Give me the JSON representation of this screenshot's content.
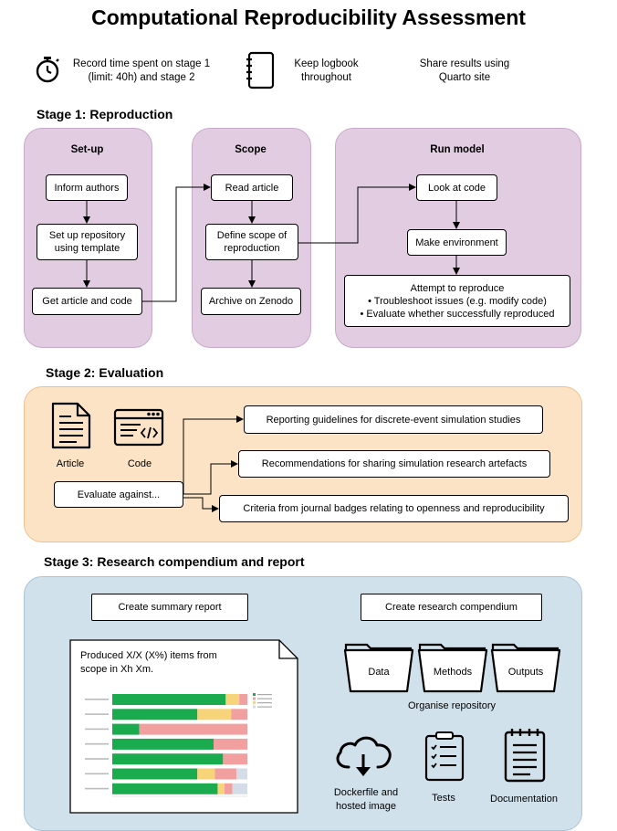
{
  "title": "Computational Reproducibility Assessment",
  "top": {
    "timer": "Record time spent on stage 1\n(limit: 40h) and stage 2",
    "logbook": "Keep logbook\nthroughout",
    "share": "Share results using\nQuarto site"
  },
  "stage1": {
    "heading": "Stage 1: Reproduction",
    "setup": {
      "title": "Set-up",
      "inform": "Inform authors",
      "repo": "Set up repository\nusing template",
      "get": "Get article and code"
    },
    "scope": {
      "title": "Scope",
      "read": "Read article",
      "define": "Define scope of\nreproduction",
      "archive": "Archive on Zenodo"
    },
    "run": {
      "title": "Run model",
      "look": "Look at code",
      "env": "Make environment",
      "attempt": "Attempt to reproduce\n• Troubleshoot issues (e.g. modify code)\n• Evaluate whether successfully reproduced"
    }
  },
  "stage2": {
    "heading": "Stage 2: Evaluation",
    "article": "Article",
    "code": "Code",
    "evaluate": "Evaluate against...",
    "targets": [
      "Reporting guidelines for discrete-event simulation studies",
      "Recommendations for sharing simulation research artefacts",
      "Criteria from journal badges relating to openness and reproducibility"
    ]
  },
  "stage3": {
    "heading": "Stage 3: Research compendium and report",
    "summary": "Create summary report",
    "compendium": "Create research compendium",
    "report_text": "Produced X/X (X%) items from\nscope in Xh Xm.",
    "folders": [
      "Data",
      "Methods",
      "Outputs"
    ],
    "organise": "Organise repository",
    "docker": "Dockerfile and\nhosted image",
    "tests": "Tests",
    "docs": "Documentation"
  },
  "colors": {
    "green": "#1aab4f",
    "yellow": "#f7d47a",
    "red": "#f29fa0",
    "grey": "#d4dce8"
  }
}
